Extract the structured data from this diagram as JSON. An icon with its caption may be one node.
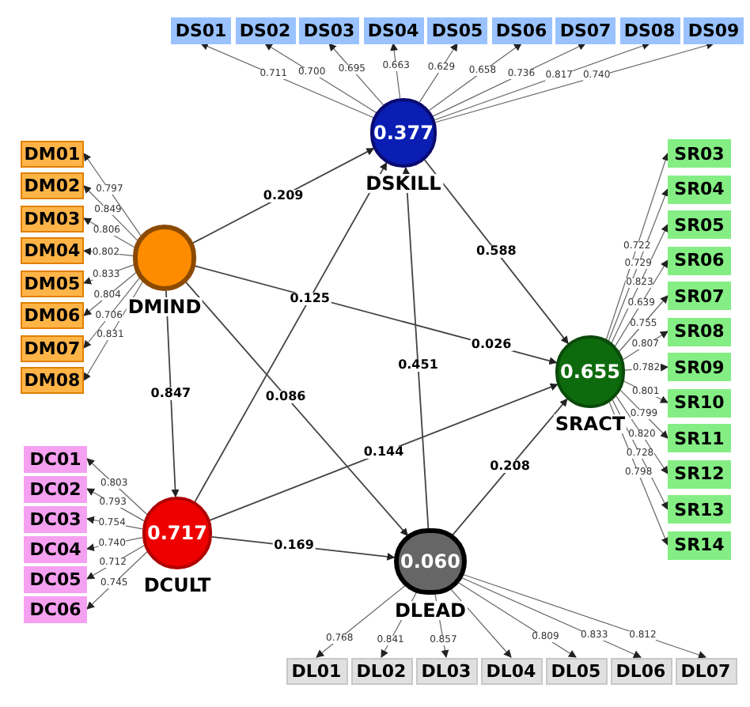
{
  "diagram": {
    "nodes": [
      {
        "text": [
          "DS01"
        ]
      },
      {
        "text": [
          "DS02"
        ]
      },
      {
        "text": [
          "DS03"
        ]
      },
      {
        "text": [
          "DS04"
        ]
      },
      {
        "text": [
          "DS05"
        ]
      },
      {
        "text": [
          "DS06"
        ]
      },
      {
        "text": [
          "DS07"
        ]
      },
      {
        "text": [
          "DS08"
        ]
      },
      {
        "text": [
          "DS09"
        ]
      },
      {
        "text": [
          "0.377"
        ],
        "beside": [
          "DSKILL"
        ]
      },
      {
        "text": [
          "DM01"
        ]
      },
      {
        "text": [
          "DM02"
        ]
      },
      {
        "text": [
          "DM03"
        ]
      },
      {
        "text": [
          "DM04"
        ]
      },
      {
        "text": [
          "DM05"
        ]
      },
      {
        "text": [
          "DM06"
        ]
      },
      {
        "text": [
          "DM07"
        ]
      },
      {
        "text": [
          "DM08"
        ]
      },
      {
        "text": [],
        "shape": "circle",
        "beside": [
          "DMIND"
        ]
      },
      {
        "text": [
          "SR03"
        ]
      },
      {
        "text": [
          "SR04"
        ]
      },
      {
        "text": [
          "SR05"
        ]
      },
      {
        "text": [
          "SR06"
        ]
      },
      {
        "text": [
          "SR07"
        ]
      },
      {
        "text": [
          "SR08"
        ]
      },
      {
        "text": [
          "SR09"
        ]
      },
      {
        "text": [
          "SR10"
        ]
      },
      {
        "text": [
          "SR11"
        ]
      },
      {
        "text": [
          "SR12"
        ]
      },
      {
        "text": [
          "SR13"
        ]
      },
      {
        "text": [
          "SR14"
        ]
      },
      {
        "text": [
          "0.655"
        ],
        "beside": [
          "SRACT"
        ]
      },
      {
        "text": [
          "DC01"
        ]
      },
      {
        "text": [
          "DC02"
        ]
      },
      {
        "text": [
          "DC03"
        ]
      },
      {
        "text": [
          "DC04"
        ]
      },
      {
        "text": [
          "DC05"
        ]
      },
      {
        "text": [
          "DC06"
        ]
      },
      {
        "text": [
          "0.717"
        ],
        "beside": [
          "DCULT"
        ]
      },
      {
        "text": [
          "0.060"
        ],
        "beside": [
          "DLEAD"
        ]
      },
      {
        "text": [
          "DL01"
        ]
      },
      {
        "text": [
          "DL02"
        ]
      },
      {
        "text": [
          "DL03"
        ]
      },
      {
        "text": [
          "DL04"
        ]
      },
      {
        "text": [
          "DL05"
        ]
      },
      {
        "text": [
          "DL06"
        ]
      },
      {
        "text": [
          "DL07"
        ]
      }
    ],
    "edges": [
      {
        "from": 9,
        "to": 0,
        "arrow": "to",
        "label": "0.711"
      },
      {
        "from": 9,
        "to": 1,
        "arrow": "to",
        "label": "0.700"
      },
      {
        "from": 9,
        "to": 2,
        "arrow": "to",
        "label": "0.695"
      },
      {
        "from": 9,
        "to": 3,
        "arrow": "to",
        "label": "0.663"
      },
      {
        "from": 9,
        "to": 4,
        "arrow": "to",
        "label": "0.629"
      },
      {
        "from": 9,
        "to": 5,
        "arrow": "to",
        "label": "0.658"
      },
      {
        "from": 9,
        "to": 6,
        "arrow": "to",
        "label": "0.736"
      },
      {
        "from": 9,
        "to": 7,
        "arrow": "to",
        "label": "0.817"
      },
      {
        "from": 9,
        "to": 8,
        "arrow": "to",
        "label": "0.740"
      },
      {
        "from": 18,
        "to": 10,
        "arrow": "to",
        "label": "0.797"
      },
      {
        "from": 18,
        "to": 11,
        "arrow": "to",
        "label": "0.849"
      },
      {
        "from": 18,
        "to": 12,
        "arrow": "to",
        "label": "0.806"
      },
      {
        "from": 18,
        "to": 13,
        "arrow": "to",
        "label": "0.802"
      },
      {
        "from": 18,
        "to": 14,
        "arrow": "to",
        "label": "0.833"
      },
      {
        "from": 18,
        "to": 15,
        "arrow": "to",
        "label": "0.804"
      },
      {
        "from": 18,
        "to": 16,
        "arrow": "to",
        "label": "0.706"
      },
      {
        "from": 18,
        "to": 17,
        "arrow": "to",
        "label": "0.831"
      },
      {
        "from": 31,
        "to": 19,
        "arrow": "to",
        "label": "0.722"
      },
      {
        "from": 31,
        "to": 20,
        "arrow": "to",
        "label": "0.729"
      },
      {
        "from": 31,
        "to": 21,
        "arrow": "to",
        "label": "0.823"
      },
      {
        "from": 31,
        "to": 22,
        "arrow": "to",
        "label": "0.639"
      },
      {
        "from": 31,
        "to": 23,
        "arrow": "to",
        "label": "0.755"
      },
      {
        "from": 31,
        "to": 24,
        "arrow": "to",
        "label": "0.807"
      },
      {
        "from": 31,
        "to": 25,
        "arrow": "to",
        "label": "0.782"
      },
      {
        "from": 31,
        "to": 26,
        "arrow": "to",
        "label": "0.801"
      },
      {
        "from": 31,
        "to": 27,
        "arrow": "to",
        "label": "0.799"
      },
      {
        "from": 31,
        "to": 28,
        "arrow": "to",
        "label": "0.820"
      },
      {
        "from": 31,
        "to": 29,
        "arrow": "to",
        "label": "0.728"
      },
      {
        "from": 31,
        "to": 30,
        "arrow": "to",
        "label": "0.798"
      },
      {
        "from": 38,
        "to": 32,
        "arrow": "to",
        "label": "0.803"
      },
      {
        "from": 38,
        "to": 33,
        "arrow": "to",
        "label": "0.793"
      },
      {
        "from": 38,
        "to": 34,
        "arrow": "to",
        "label": "0.754"
      },
      {
        "from": 38,
        "to": 35,
        "arrow": "to",
        "label": "0.740"
      },
      {
        "from": 38,
        "to": 36,
        "arrow": "to",
        "label": "0.712"
      },
      {
        "from": 38,
        "to": 37,
        "arrow": "to",
        "label": "0.745"
      },
      {
        "from": 39,
        "to": 40,
        "arrow": "to",
        "label": "0.768"
      },
      {
        "from": 39,
        "to": 41,
        "arrow": "to",
        "label": "0.841"
      },
      {
        "from": 39,
        "to": 42,
        "arrow": "to",
        "label": "0.857"
      },
      {
        "from": 39,
        "to": 43,
        "arrow": "to"
      },
      {
        "from": 39,
        "to": 44,
        "arrow": "to",
        "label": "0.809"
      },
      {
        "from": 39,
        "to": 45,
        "arrow": "to",
        "label": "0.833"
      },
      {
        "from": 39,
        "to": 46,
        "arrow": "to",
        "label": "0.812"
      },
      {
        "from": 18,
        "to": 9,
        "arrow": "to",
        "label": "0.209"
      },
      {
        "from": 18,
        "to": 31,
        "arrow": "to",
        "label": "0.026"
      },
      {
        "from": 18,
        "to": 38,
        "arrow": "to",
        "label": "0.847"
      },
      {
        "from": 18,
        "to": 39,
        "arrow": "to",
        "label": "0.086"
      },
      {
        "from": 38,
        "to": 9,
        "arrow": "to",
        "label": "0.125"
      },
      {
        "from": 38,
        "to": 31,
        "arrow": "to",
        "label": "0.144"
      },
      {
        "from": 38,
        "to": 39,
        "arrow": "to",
        "label": "0.169"
      },
      {
        "from": 9,
        "to": 31,
        "arrow": "to",
        "label": "0.588"
      },
      {
        "from": 39,
        "to": 9,
        "arrow": "to",
        "label": "0.451"
      },
      {
        "from": 39,
        "to": 31,
        "arrow": "to",
        "label": "0.208"
      }
    ]
  }
}
